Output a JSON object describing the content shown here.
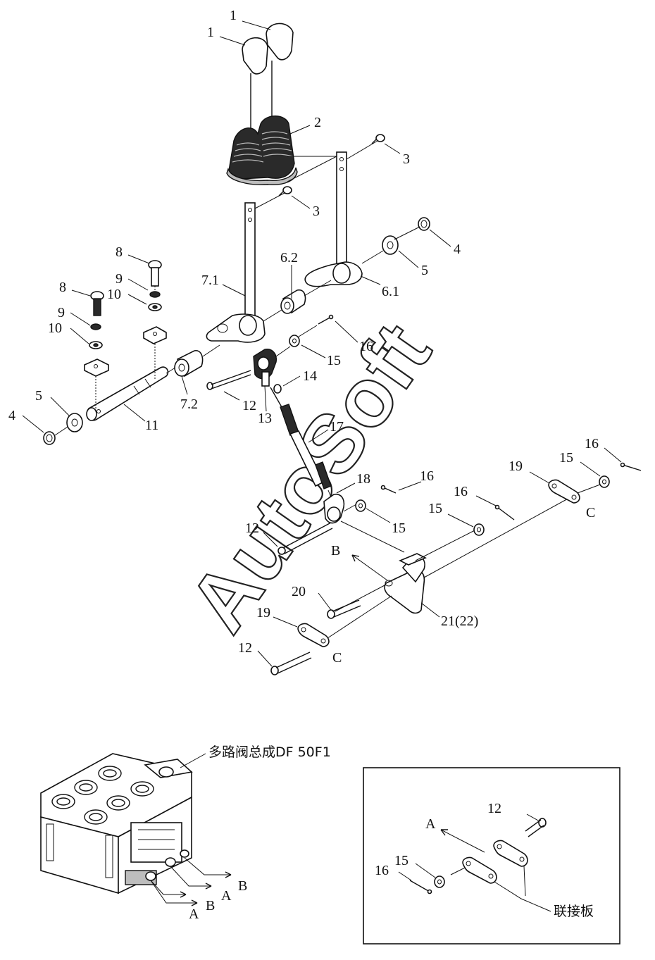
{
  "callouts": {
    "knob_a": "1",
    "knob_b": "1",
    "boot": "2",
    "screw_right": "3",
    "screw_mid": "3",
    "oring_right": "4",
    "washer_right": "5",
    "lever_right": "6.1",
    "bush_upper": "6.2",
    "lever_left": "7.1",
    "bolt_a": "8",
    "bolt_b": "8",
    "lockwasher_a": "9",
    "lockwasher_b": "9",
    "flatwasher_a": "10",
    "flatwasher_b": "10",
    "shaft": "11",
    "pin_upper": "12",
    "pin_mid": "12",
    "pin_lower": "12",
    "fork": "13",
    "small_pin": "14",
    "washer_upper": "15",
    "washer_mid": "15",
    "washer_right_link": "15",
    "washer_far_right": "15",
    "cotter_upper": "16",
    "cotter_mid": "16",
    "cotter_right": "16",
    "cotter_far_right": "16",
    "rod": "17",
    "clevis": "18",
    "plate_right": "19",
    "plate_lower": "19",
    "pin_long": "20",
    "bracket": "21(22)",
    "oring_left": "4",
    "washer_left": "5",
    "bush_lower": "7.2",
    "point_b": "B",
    "point_c_right": "C",
    "point_c_lower": "C"
  },
  "valve": {
    "title": "多路阀总成DF 50F1",
    "port_a1": "A",
    "port_b1": "B",
    "port_a2": "A",
    "port_b2": "B"
  },
  "inset": {
    "pin": "12",
    "washer": "15",
    "cotter": "16",
    "arrow": "A",
    "note": "联接板"
  },
  "watermark": "AutoSoft"
}
